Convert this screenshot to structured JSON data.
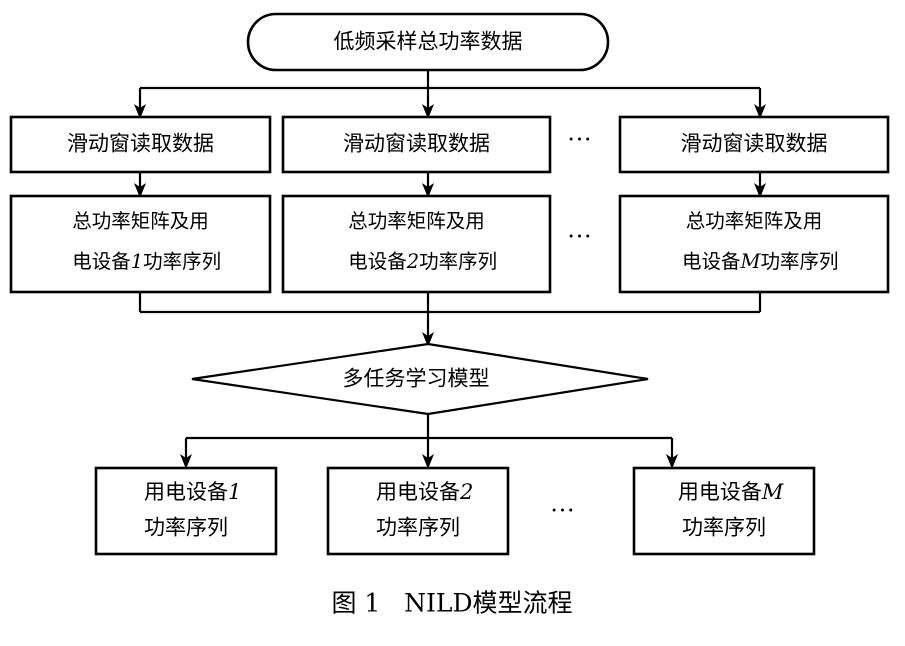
{
  "figure": {
    "caption": "图 1   NILD模型流程",
    "background_color": "#ffffff",
    "line_color": "#000000"
  },
  "nodes": {
    "source": {
      "shape": "rounded-oval",
      "label": "低频采样总功率数据"
    },
    "window_row": {
      "shape": "rectangle",
      "items": [
        {
          "label": "滑动窗读取数据"
        },
        {
          "label": "滑动窗读取数据"
        },
        {
          "label": "滑动窗读取数据"
        }
      ],
      "ellipsis": "···"
    },
    "matrix_row": {
      "shape": "rectangle",
      "items": [
        {
          "line1": "总功率矩阵及用",
          "line2_pre": "电设备",
          "line2_var": "1",
          "line2_post": "功率序列"
        },
        {
          "line1": "总功率矩阵及用",
          "line2_pre": "电设备",
          "line2_var": "2",
          "line2_post": "功率序列"
        },
        {
          "line1": "总功率矩阵及用",
          "line2_pre": "电设备",
          "line2_var": "M",
          "line2_post": "功率序列"
        }
      ],
      "ellipsis": "···"
    },
    "model": {
      "shape": "diamond",
      "label": "多任务学习模型"
    },
    "output_row": {
      "shape": "rectangle",
      "items": [
        {
          "line1_pre": "用电设备",
          "line1_var": "1",
          "line2": "功率序列"
        },
        {
          "line1_pre": "用电设备",
          "line1_var": "2",
          "line2": "功率序列"
        },
        {
          "line1_pre": "用电设备",
          "line1_var": "M",
          "line2": "功率序列"
        }
      ],
      "ellipsis": "···"
    }
  }
}
